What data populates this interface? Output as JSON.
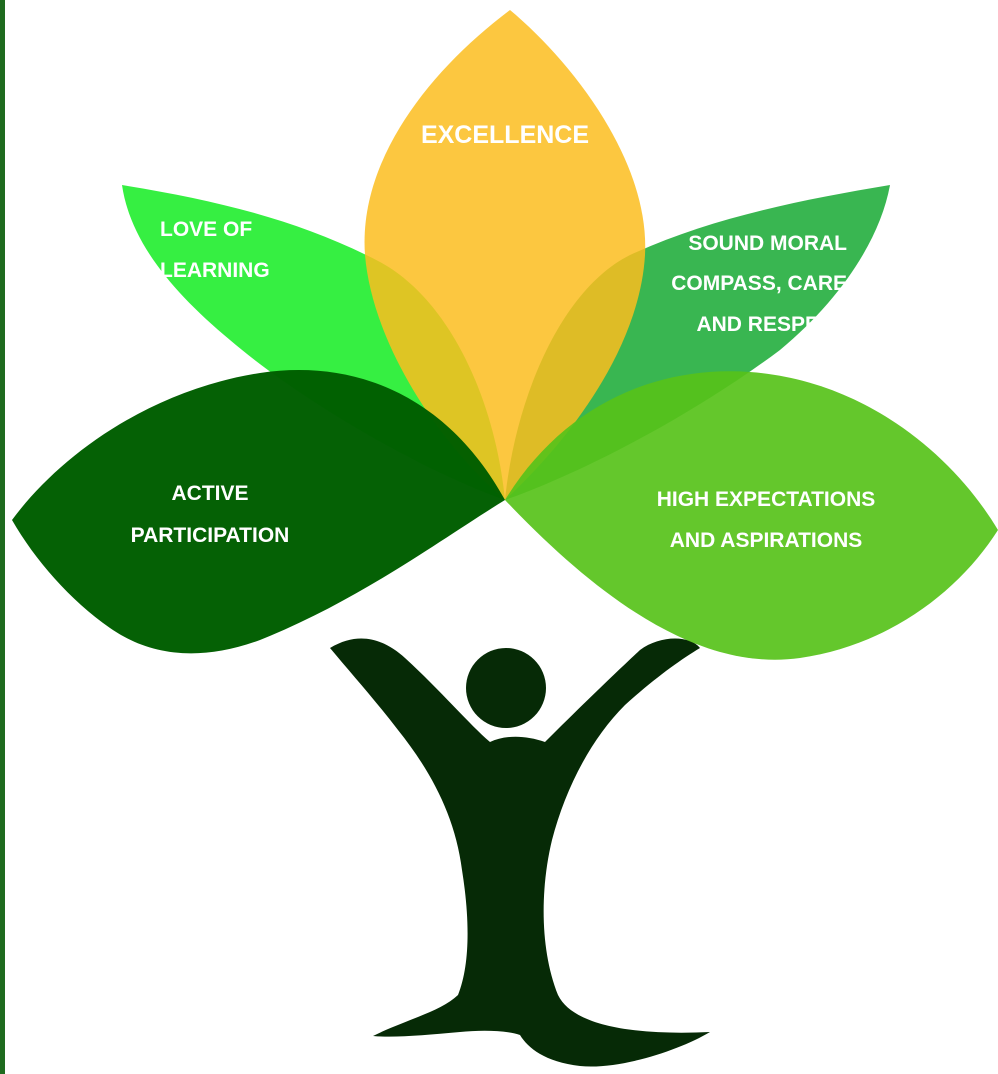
{
  "colors": {
    "border": "#1f6b1f",
    "excellence": "#fbbd1e",
    "love_of_learning": "#2fee3c",
    "moral_compass": "#33b44b",
    "active_participation": "#005e00",
    "high_expectations": "#57c21a",
    "figure": "#062a06"
  },
  "petals": {
    "excellence": {
      "label_line1": "EXCELLENCE"
    },
    "love_of_learning": {
      "label_line1": "LOVE OF",
      "label_line2": "LEARNING"
    },
    "moral_compass": {
      "label_line1": "SOUND MORAL",
      "label_line2": "COMPASS, CARE",
      "label_line3": "AND RESPECT"
    },
    "active_participation": {
      "label_line1": "ACTIVE",
      "label_line2": "PARTICIPATION"
    },
    "high_expectations": {
      "label_line1": "HIGH EXPECTATIONS",
      "label_line2": "AND ASPIRATIONS"
    }
  },
  "figure": {
    "icon": "person-tree-icon"
  }
}
